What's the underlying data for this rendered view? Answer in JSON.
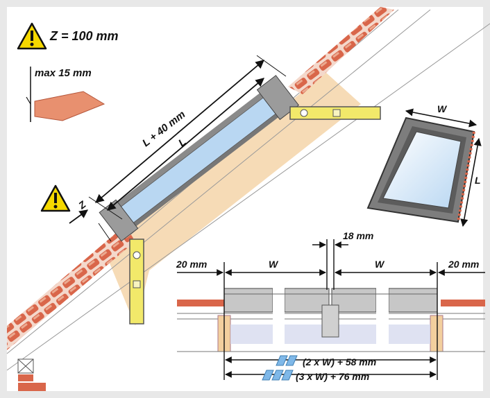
{
  "warning_top": {
    "text": "Z = 100 mm",
    "icon": "warning-icon"
  },
  "tile_note": {
    "text": "max 15 mm"
  },
  "window_side": {
    "dim_outer": "L + 40 mm",
    "dim_inner": "L",
    "dim_z": "Z",
    "warning_icon": "warning-icon"
  },
  "window_perspective": {
    "dim_width": "W",
    "dim_length": "L"
  },
  "section": {
    "gap_middle": "18 mm",
    "gap_left": "20 mm",
    "gap_right": "20 mm",
    "width_left": "W",
    "width_right": "W",
    "total_two": "(2 x W) + 58 mm",
    "total_three": "(3 x W) + 76 mm"
  },
  "colors": {
    "frame": "#e8e8e8",
    "tile": "#d9664a",
    "tile_light": "#eba98f",
    "timber": "#f3cf9e",
    "level": "#f2e96a",
    "glass": "#b9d7f2",
    "warning": "#f5d800",
    "dim_line": "#111111"
  }
}
